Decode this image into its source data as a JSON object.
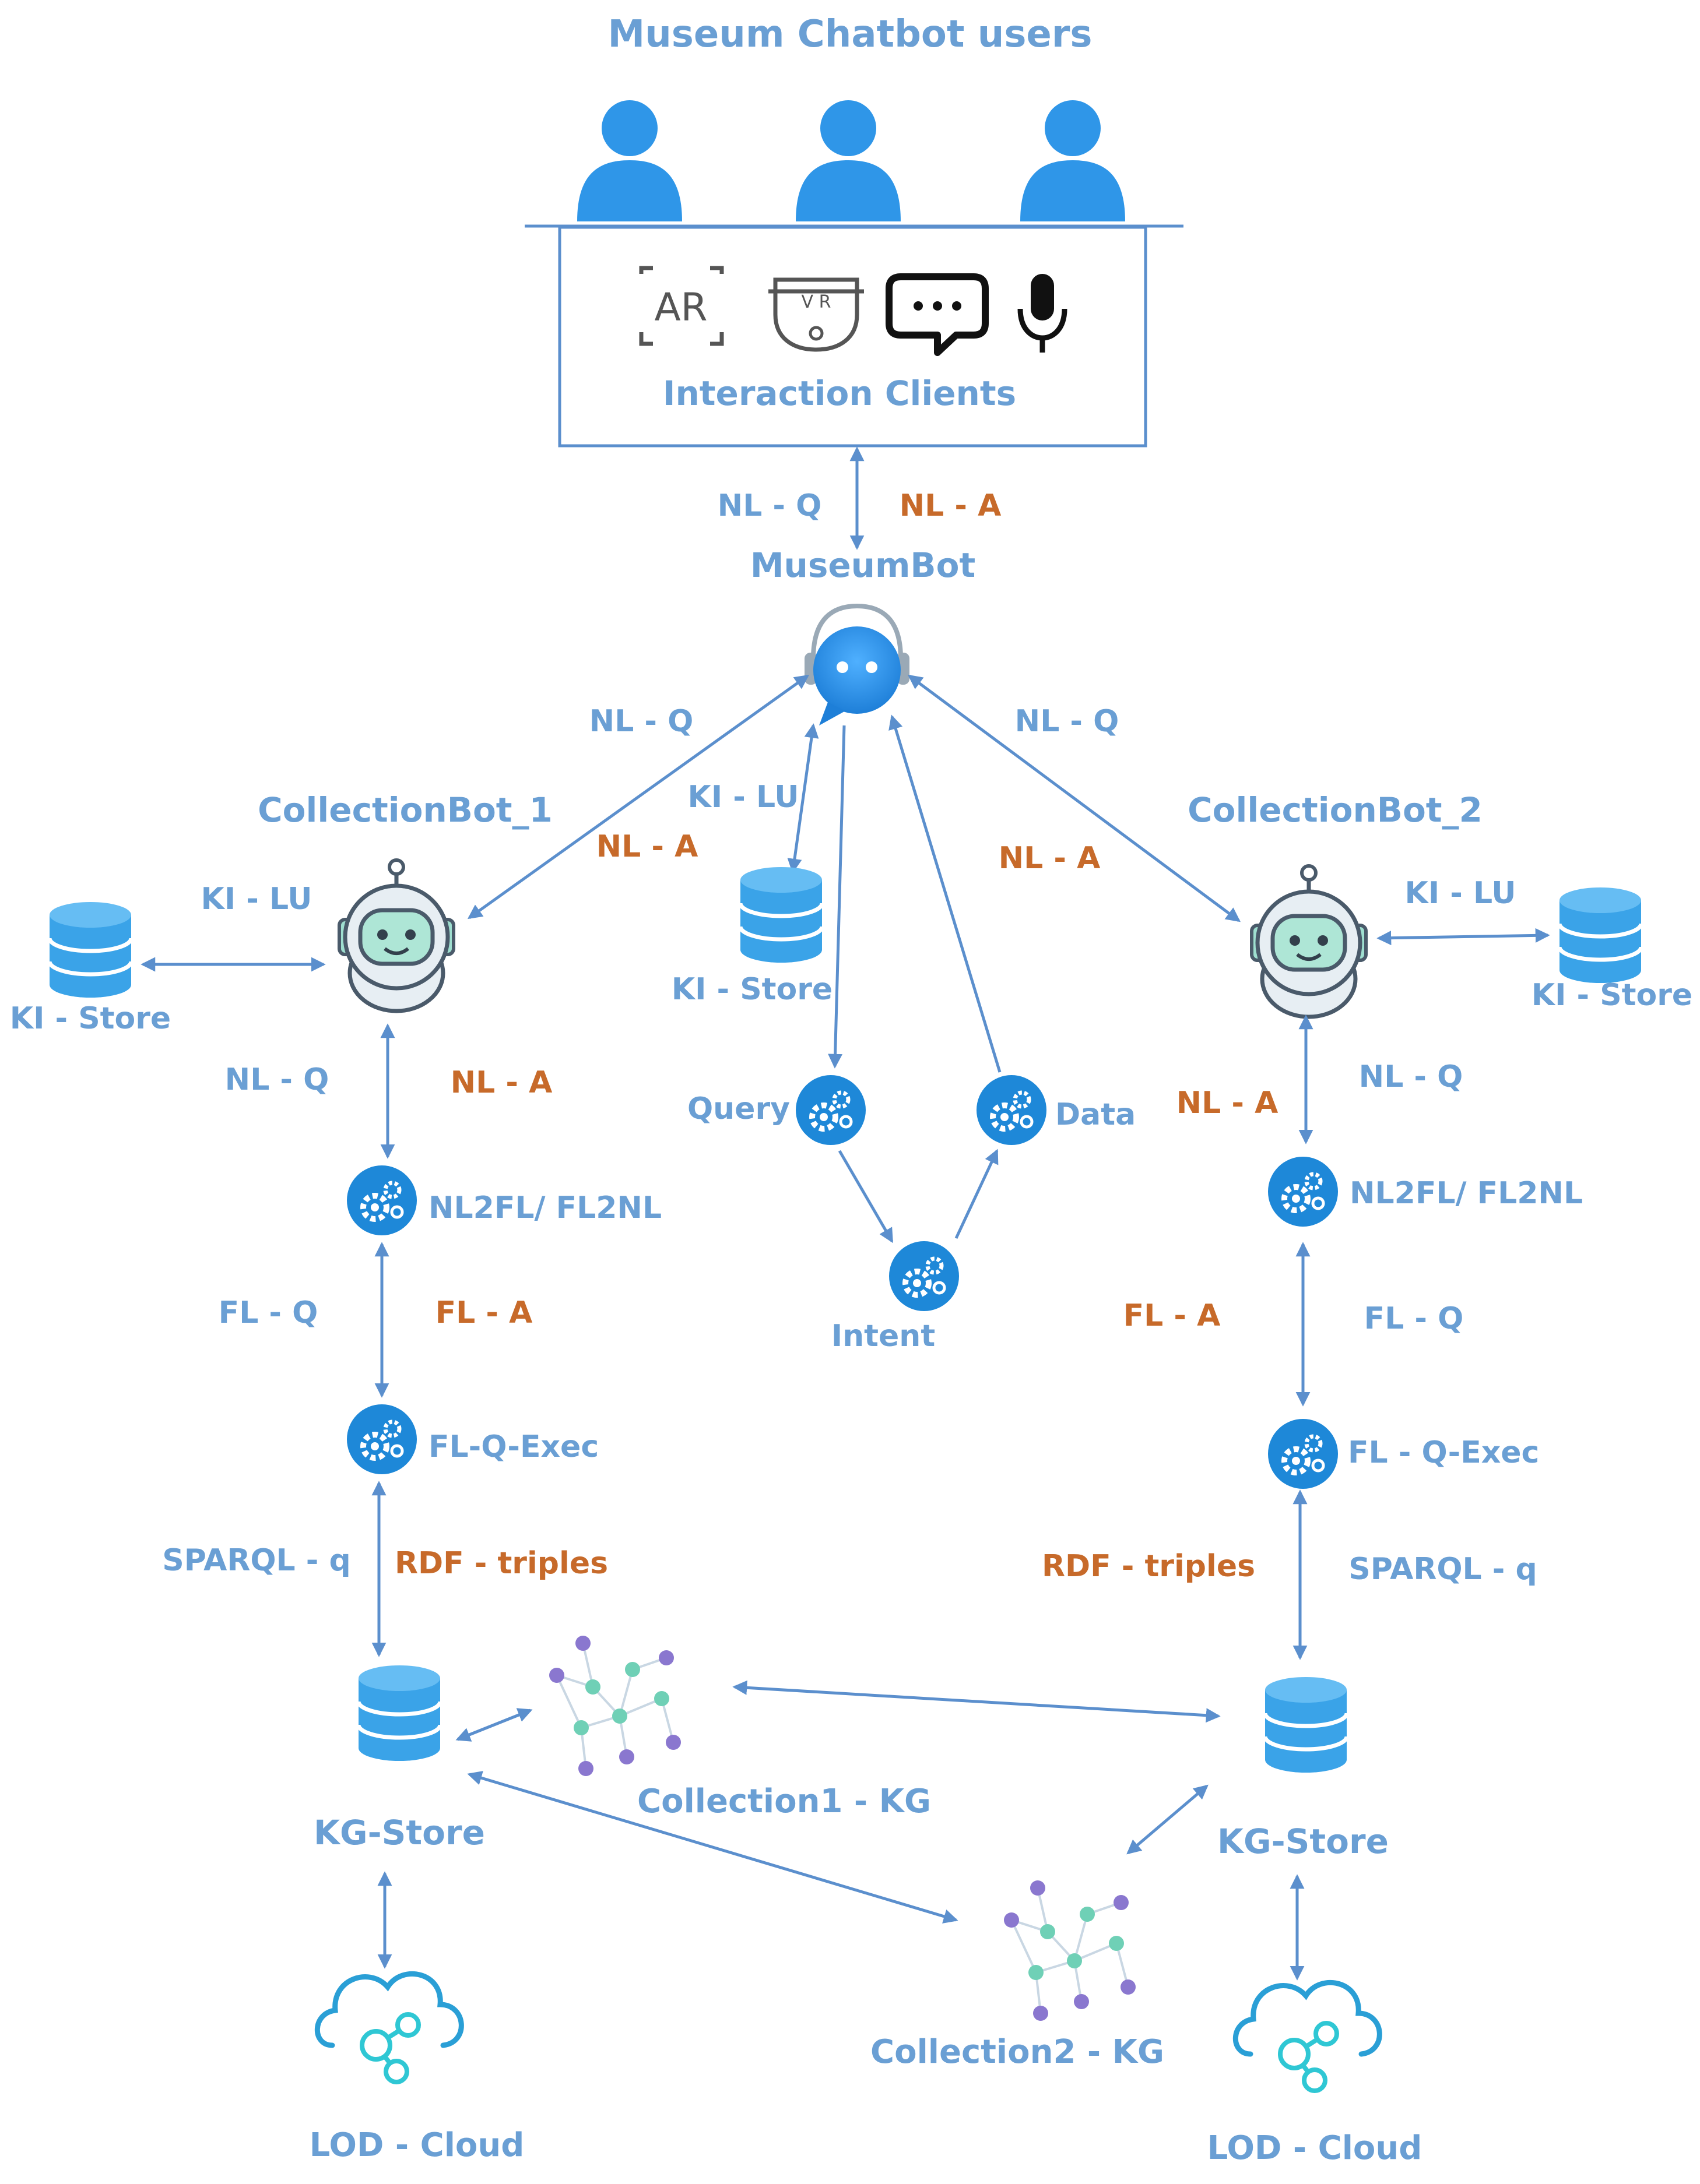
{
  "title": "Museum Chatbot users",
  "clients": {
    "label": "Interaction Clients",
    "icons": [
      "ar-icon",
      "vr-headset-icon",
      "chat-bubble-icon",
      "microphone-icon"
    ],
    "ar_text": "AR",
    "vr_text": "V R"
  },
  "top_link": {
    "q": "NL - Q",
    "a": "NL - A"
  },
  "museumbot": {
    "label": "MuseumBot"
  },
  "center": {
    "kl_lu": "KI - LU",
    "store": "KI - Store",
    "query": "Query",
    "data": "Data",
    "intent": "Intent"
  },
  "left": {
    "bot": "CollectionBot_1",
    "nl_q_top": "NL - Q",
    "nl_a_top": "NL -  A",
    "kl_lu": "KI - LU",
    "store": "KI - Store",
    "nl_q": "NL - Q",
    "nl_a": "NL -  A",
    "nl2fl": "NL2FL/ FL2NL",
    "fl_q": "FL - Q",
    "fl_a": "FL - A",
    "exec": "FL-Q-Exec",
    "sparql": "SPARQL - q",
    "rdf": "RDF - triples",
    "kg_store": "KG-Store",
    "lod": "LOD - Cloud"
  },
  "right": {
    "bot": "CollectionBot_2",
    "nl_q_top": "NL - Q",
    "nl_a_top": "NL - A",
    "kl_lu": "KI - LU",
    "store": "KI - Store",
    "nl_q": "NL - Q",
    "nl_a": "NL - A",
    "nl2fl": "NL2FL/ FL2NL",
    "fl_q": "FL - Q",
    "fl_a": "FL - A",
    "exec": "FL - Q-Exec",
    "sparql": "SPARQL - q",
    "rdf": "RDF - triples",
    "kg_store": "KG-Store",
    "lod": "LOD - Cloud"
  },
  "kg": {
    "collection1": "Collection1 - KG",
    "collection2": "Collection2 - KG"
  },
  "colors": {
    "label_blue": "#6a9fd4",
    "label_orange": "#c76a2a",
    "line": "#5b8fcd",
    "icon_blue": "#1e88d8",
    "db_blue": "#3aa3e8"
  }
}
